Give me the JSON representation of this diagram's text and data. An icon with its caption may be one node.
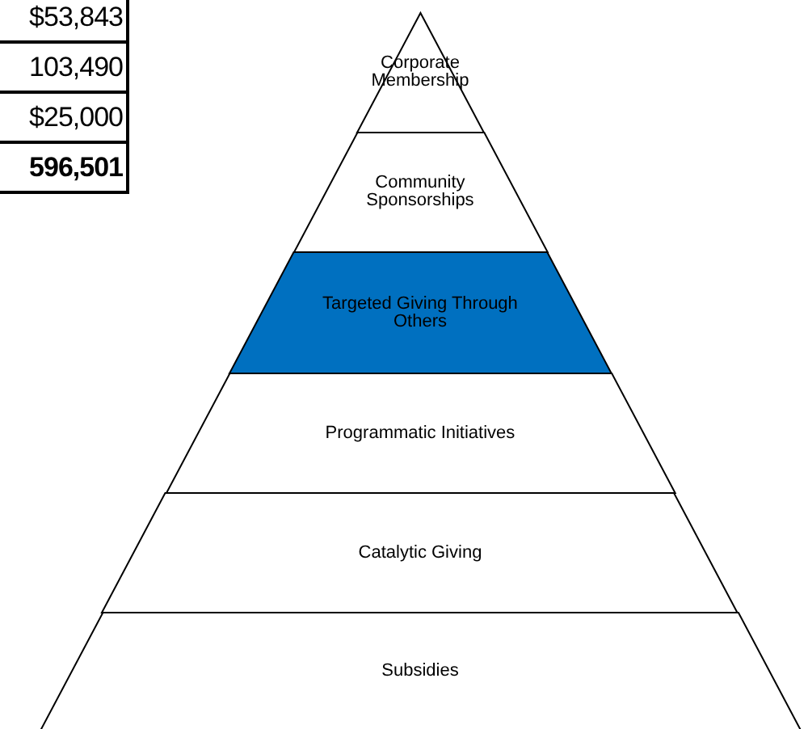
{
  "diagram": {
    "nodes": [
      {
        "text": [
          "Corporate Membership"
        ]
      },
      {
        "text": [
          "Community Sponsorships"
        ]
      },
      {
        "text": [
          "Targeted Giving Through Others"
        ]
      },
      {
        "text": [
          "Programmatic Initiatives"
        ]
      },
      {
        "text": [
          "Catalytic Giving"
        ]
      },
      {
        "text": [
          "Subsidies"
        ]
      }
    ],
    "labels": [
      "$53,843",
      "103,490",
      "$25,000",
      "596,501"
    ]
  }
}
